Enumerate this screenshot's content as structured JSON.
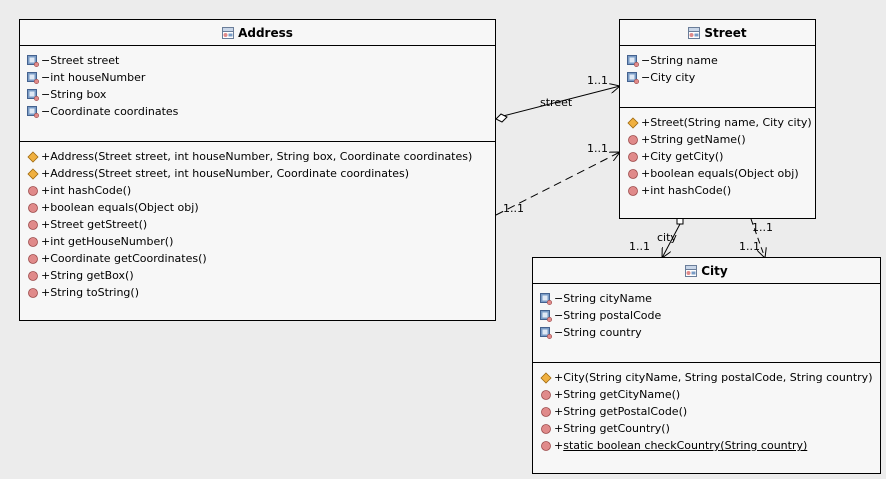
{
  "classes": {
    "address": {
      "name": "Address",
      "attributes": [
        "−Street street",
        "−int houseNumber",
        "−String box",
        "−Coordinate coordinates"
      ],
      "operations": [
        {
          "kind": "constructor",
          "text": "+Address(Street street, int houseNumber, String box, Coordinate coordinates)"
        },
        {
          "kind": "constructor",
          "text": "+Address(Street street, int houseNumber, Coordinate coordinates)"
        },
        {
          "kind": "method",
          "text": "+int hashCode()"
        },
        {
          "kind": "method",
          "text": "+boolean equals(Object obj)"
        },
        {
          "kind": "method",
          "text": "+Street getStreet()"
        },
        {
          "kind": "method",
          "text": "+int getHouseNumber()"
        },
        {
          "kind": "method",
          "text": "+Coordinate getCoordinates()"
        },
        {
          "kind": "method",
          "text": "+String getBox()"
        },
        {
          "kind": "method",
          "text": "+String toString()"
        }
      ]
    },
    "street": {
      "name": "Street",
      "attributes": [
        "−String name",
        "−City city"
      ],
      "operations": [
        {
          "kind": "constructor",
          "text": "+Street(String name, City city)"
        },
        {
          "kind": "method",
          "text": "+String getName()"
        },
        {
          "kind": "method",
          "text": "+City getCity()"
        },
        {
          "kind": "method",
          "text": "+boolean equals(Object obj)"
        },
        {
          "kind": "method",
          "text": "+int hashCode()"
        }
      ]
    },
    "city": {
      "name": "City",
      "attributes": [
        "−String cityName",
        "−String postalCode",
        "−String country"
      ],
      "operations": [
        {
          "kind": "constructor",
          "text": "+City(String cityName, String postalCode, String country)"
        },
        {
          "kind": "method",
          "text": "+String getCityName()"
        },
        {
          "kind": "method",
          "text": "+String getPostalCode()"
        },
        {
          "kind": "method",
          "text": "+String getCountry()"
        },
        {
          "kind": "static",
          "prefix": "+",
          "text": "static boolean checkCountry(String country)"
        }
      ]
    }
  },
  "connectors": {
    "address_street_assoc": {
      "role": "street",
      "multiplicity_target": "1..1"
    },
    "address_street_dep": {
      "multiplicity_source": "1..1",
      "multiplicity_target": "1..1"
    },
    "street_city_assoc": {
      "role": "city",
      "multiplicity_target": "1..1"
    },
    "street_city_dep": {
      "multiplicity_target": "1..1"
    }
  },
  "colors": {
    "class_fill": "#f7f7f7",
    "background": "#ececec",
    "attribute_icon": "#7a9cc6",
    "method_icon": "#e08a8a",
    "constructor_icon": "#f0b040"
  },
  "icons": {
    "class": "class-icon",
    "attribute": "private-attribute-icon",
    "constructor": "constructor-icon",
    "method": "public-method-icon"
  }
}
